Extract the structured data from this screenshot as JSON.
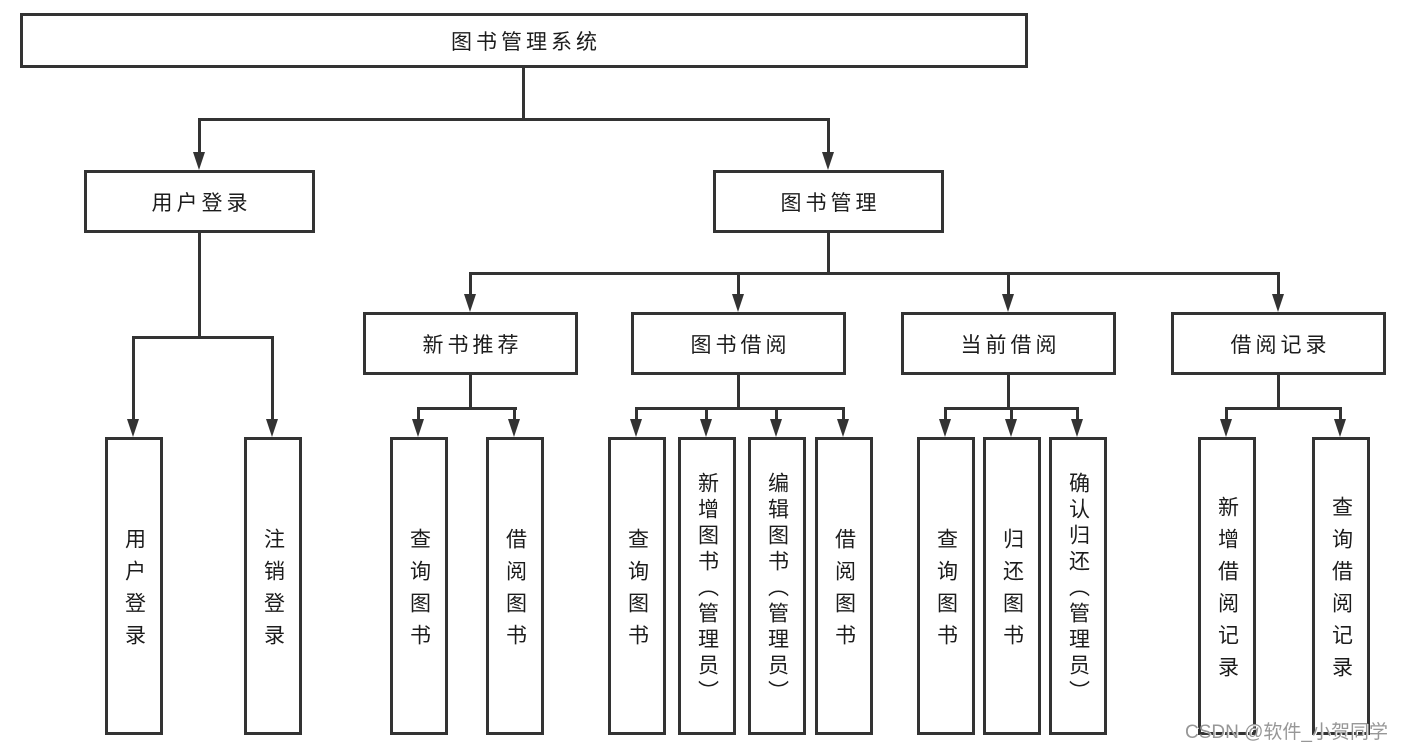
{
  "title": "图书管理系统",
  "watermark": "CSDN @软件_小贺同学",
  "colors": {
    "line": "#333333",
    "box_background": "#ffffff",
    "text": "#1c1c1c",
    "watermark": "#979797"
  },
  "nodes": {
    "root": {
      "label": "图书管理系统"
    },
    "level1": [
      {
        "label": "用户登录",
        "parent": "图书管理系统"
      },
      {
        "label": "图书管理",
        "parent": "图书管理系统"
      }
    ],
    "level2": [
      {
        "label": "新书推荐",
        "parent": "图书管理"
      },
      {
        "label": "图书借阅",
        "parent": "图书管理"
      },
      {
        "label": "当前借阅",
        "parent": "图书管理"
      },
      {
        "label": "借阅记录",
        "parent": "图书管理"
      }
    ],
    "leaves": [
      {
        "label": "用户登录",
        "parent": "用户登录"
      },
      {
        "label": "注销登录",
        "parent": "用户登录"
      },
      {
        "label": "查询图书",
        "parent": "新书推荐"
      },
      {
        "label": "借阅图书",
        "parent": "新书推荐"
      },
      {
        "label": "查询图书",
        "parent": "图书借阅"
      },
      {
        "label": "新增图书（管理员）",
        "parent": "图书借阅"
      },
      {
        "label": "编辑图书（管理员）",
        "parent": "图书借阅"
      },
      {
        "label": "借阅图书",
        "parent": "图书借阅"
      },
      {
        "label": "查询图书",
        "parent": "当前借阅"
      },
      {
        "label": "归还图书",
        "parent": "当前借阅"
      },
      {
        "label": "确认归还（管理员）",
        "parent": "当前借阅"
      },
      {
        "label": "新增借阅记录",
        "parent": "借阅记录"
      },
      {
        "label": "查询借阅记录",
        "parent": "借阅记录"
      }
    ]
  }
}
